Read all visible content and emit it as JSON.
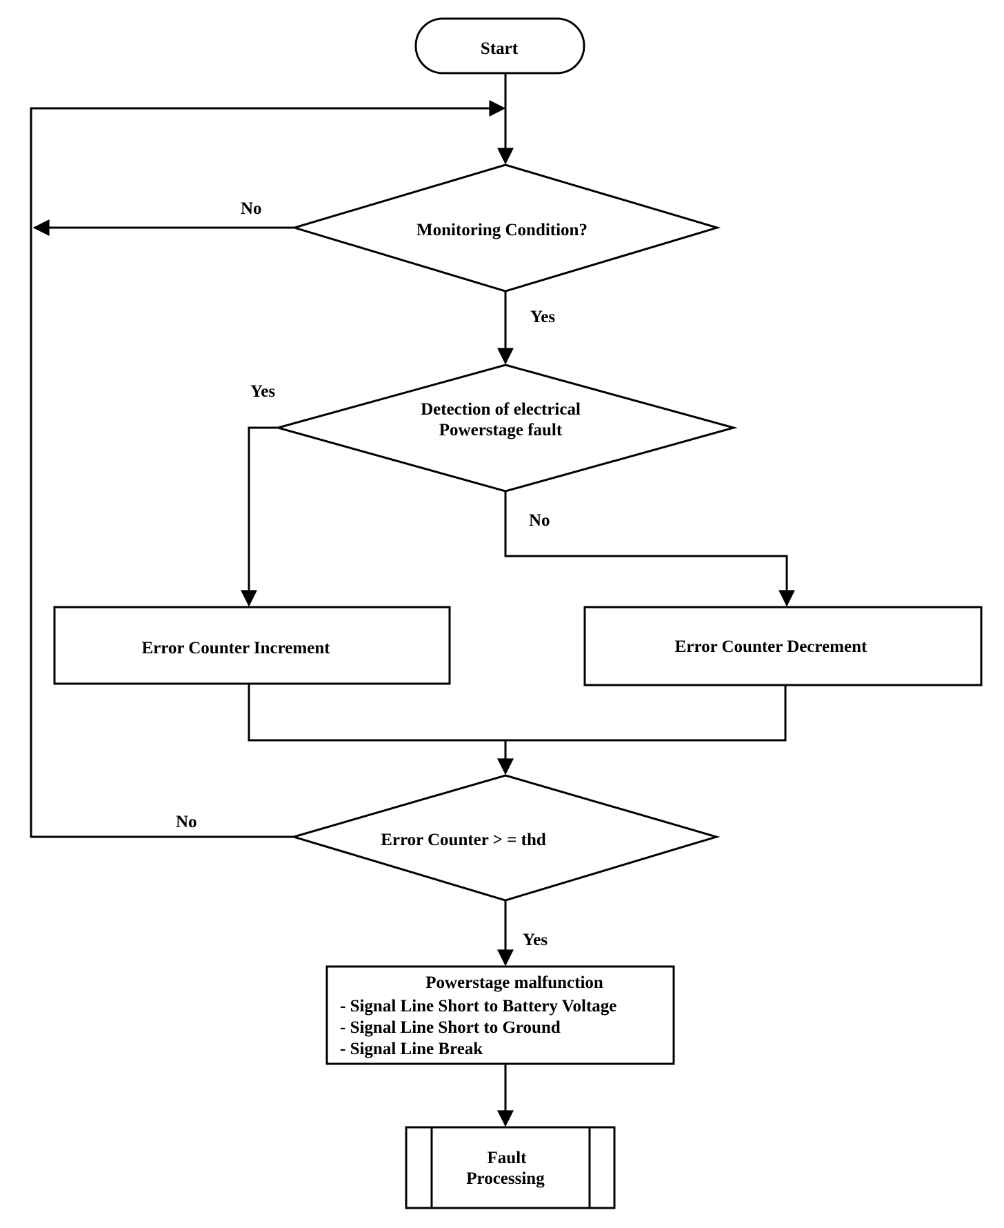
{
  "colors": {
    "stroke": "#000000",
    "background": "#ffffff"
  },
  "nodes": {
    "start": {
      "label": "Start"
    },
    "monitoring": {
      "label": "Monitoring Condition?"
    },
    "detection": {
      "line1": "Detection of electrical",
      "line2": "Powerstage fault"
    },
    "increment": {
      "label": "Error Counter Increment"
    },
    "decrement": {
      "label": "Error Counter Decrement"
    },
    "threshold": {
      "label": "Error Counter > = thd"
    },
    "malfunction": {
      "title": "Powerstage malfunction",
      "items": [
        "- Signal Line Short to Battery Voltage",
        "- Signal Line Short to Ground",
        "- Signal Line Break"
      ]
    },
    "fault": {
      "line1": "Fault",
      "line2": "Processing"
    }
  },
  "edges": {
    "monitoring_no": "No",
    "monitoring_yes": "Yes",
    "detection_yes": "Yes",
    "detection_no": "No",
    "threshold_no": "No",
    "threshold_yes": "Yes"
  }
}
